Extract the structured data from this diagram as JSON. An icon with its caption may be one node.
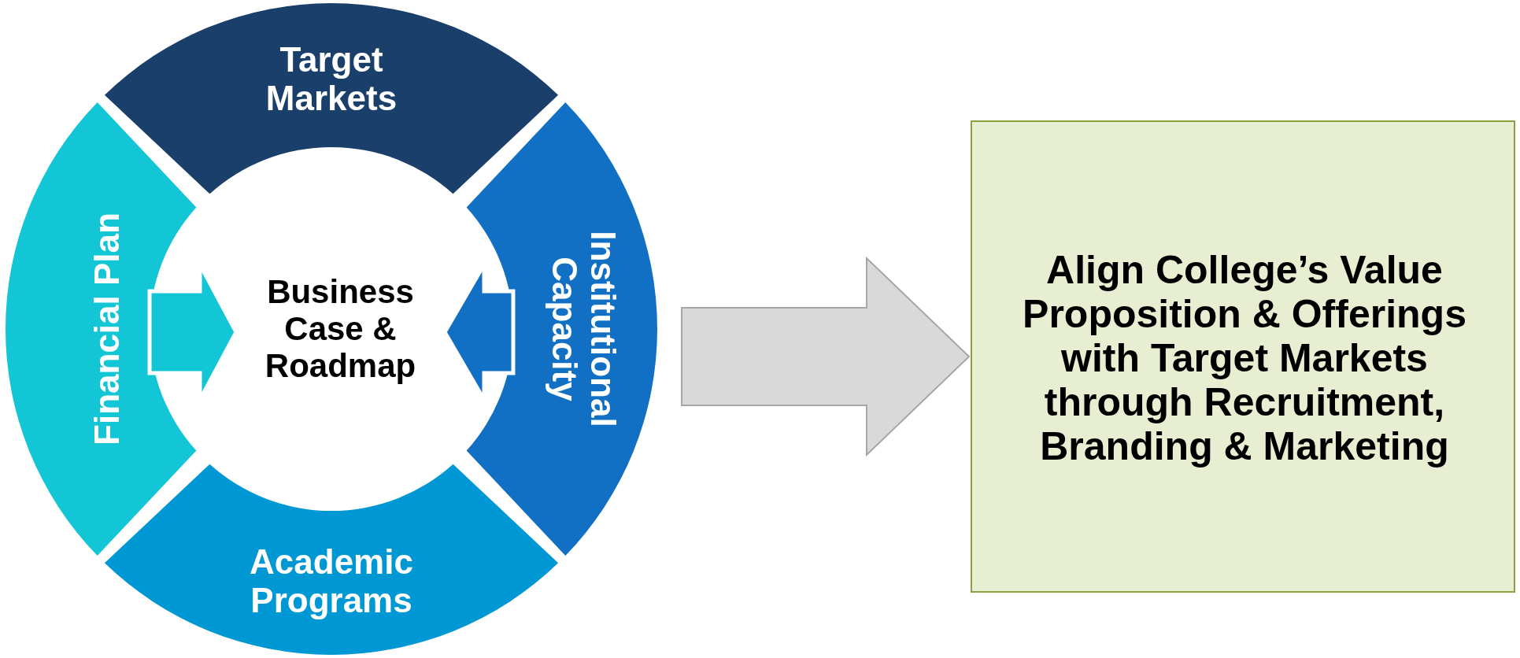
{
  "diagram": {
    "nodes": [
      {
        "text": [
          "Target Markets"
        ]
      },
      {
        "text": [
          "Institutional Capacity"
        ]
      },
      {
        "text": [
          "Academic Programs"
        ]
      },
      {
        "text": [
          "Financial Plan"
        ]
      },
      {
        "text": [
          "Business Case & Roadmap"
        ]
      },
      {
        "text": [
          "Align College’s Value Proposition & Offerings with Target Markets through Recruitment, Branding & Marketing"
        ]
      }
    ],
    "edges": [
      {
        "from": 3,
        "to": 4,
        "arrow": "to",
        "color": "#12c6d6"
      },
      {
        "from": 1,
        "to": 4,
        "arrow": "to",
        "color": "#1170c4"
      },
      {
        "from": null,
        "to": 5,
        "arrow": "to",
        "color": "#d9d9d9"
      }
    ]
  }
}
